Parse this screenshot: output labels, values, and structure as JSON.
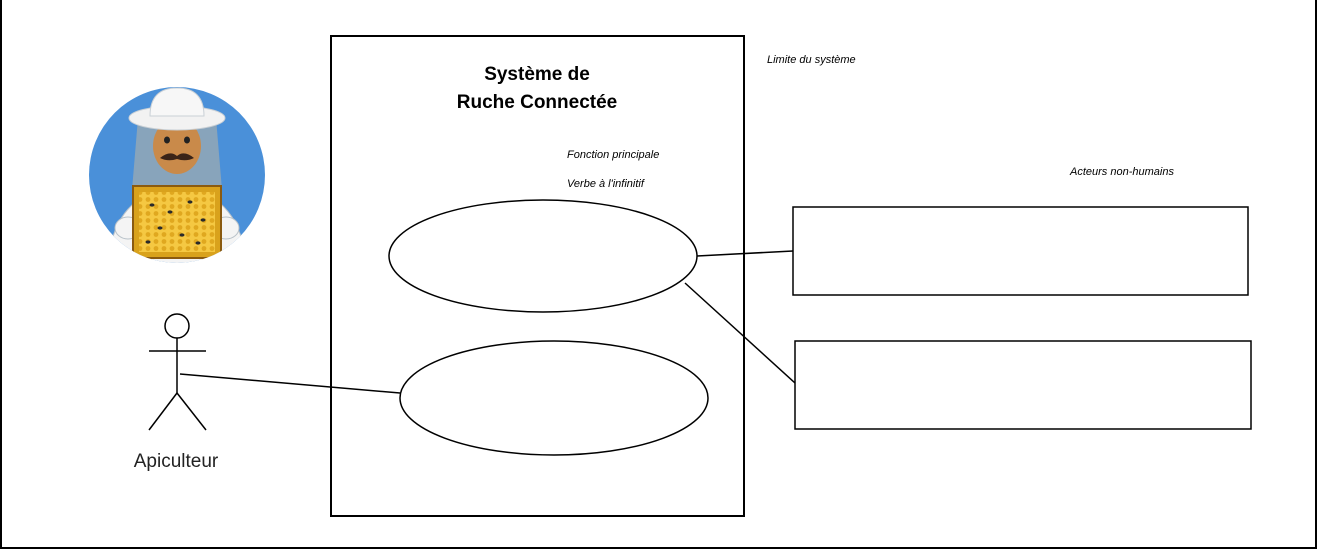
{
  "diagram": {
    "system_title_line1": "Système de",
    "system_title_line2": "Ruche Connectée",
    "system_boundary_note": "Limite du système",
    "use_case_note_line1": "Fonction principale",
    "use_case_note_line2": "Verbe à l'infinitif",
    "non_human_actors_note": "Acteurs non-humains",
    "human_actor_label": "Apiculteur"
  },
  "colors": {
    "stroke": "#000000",
    "avatar_bg": "#4a90d9",
    "hat": "#f2f2f2",
    "veil": "#8aa0b0",
    "face": "#c98a4a",
    "frame": "#e9b626",
    "honeycomb": "#f5c842"
  }
}
